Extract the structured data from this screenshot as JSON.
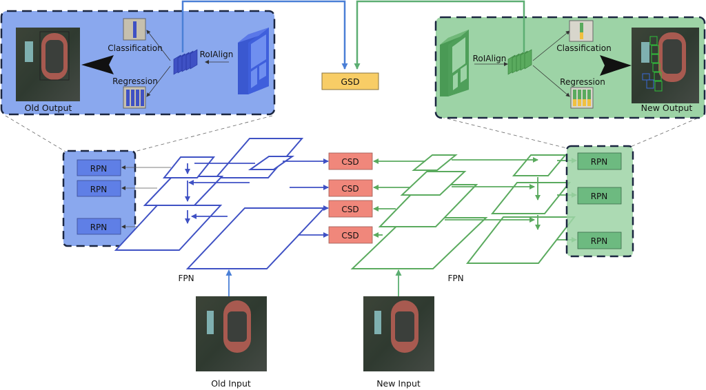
{
  "colors": {
    "old_blue": "#3f51c4",
    "old_panel": "#8aa8ee",
    "old_box": "#5f7fe6",
    "new_green": "#5aaa5e",
    "new_panel": "#9dd3a6",
    "new_box": "#6dba80",
    "csd": "#f0877b",
    "gsd": "#f8cd66",
    "old_link": "#4a7fd6",
    "new_link": "#5cae72"
  },
  "old_detail_panel": {
    "output_label": "Old Output",
    "classification_label": "Classification",
    "regression_label": "Regression",
    "roialign_label": "RoIAlign"
  },
  "new_detail_panel": {
    "output_label": "New Output",
    "classification_label": "Classification",
    "regression_label": "Regression",
    "roialign_label": "RoIAlign"
  },
  "gsd": {
    "label": "GSD"
  },
  "csd_boxes": [
    {
      "label": "CSD"
    },
    {
      "label": "CSD"
    },
    {
      "label": "CSD"
    },
    {
      "label": "CSD"
    }
  ],
  "old_rpn": [
    {
      "label": "RPN"
    },
    {
      "label": "RPN"
    },
    {
      "label": "RPN"
    }
  ],
  "new_rpn": [
    {
      "label": "RPN"
    },
    {
      "label": "RPN"
    },
    {
      "label": "RPN"
    }
  ],
  "fpn_labels": {
    "old": "FPN",
    "new": "FPN"
  },
  "inputs": {
    "old": "Old Input",
    "new": "New Input"
  }
}
